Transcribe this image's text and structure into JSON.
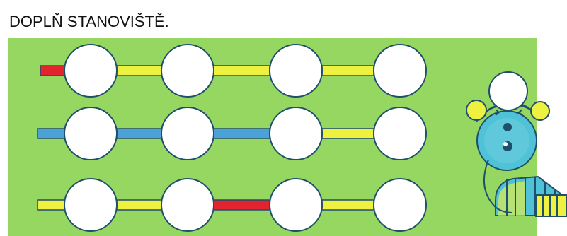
{
  "task": {
    "instruction": "DOPLŇ STANOVIŠTĚ."
  },
  "colors": {
    "background": "#95d761",
    "yellow": "#eef13f",
    "blue": "#4aa2d8",
    "red": "#e2242f",
    "outline": "#1f4f6b",
    "station_fill": "#ffffff",
    "caterpillar_head": "#4fc2d7",
    "caterpillar_eye": "#7ed6e3",
    "caterpillar_stripe_blue": "#4fc2d7",
    "caterpillar_stripe_yellow": "#eef13f"
  },
  "lines": [
    {
      "start_color": "red",
      "segments": [
        "yellow",
        "yellow",
        "yellow"
      ],
      "stations": 4
    },
    {
      "start_color": "blue",
      "segments": [
        "blue",
        "blue",
        "yellow"
      ],
      "stations": 4
    },
    {
      "start_color": "yellow",
      "segments": [
        "yellow",
        "red",
        "yellow"
      ],
      "stations": 4
    }
  ],
  "caterpillar": {
    "icon": "caterpillar-icon"
  }
}
